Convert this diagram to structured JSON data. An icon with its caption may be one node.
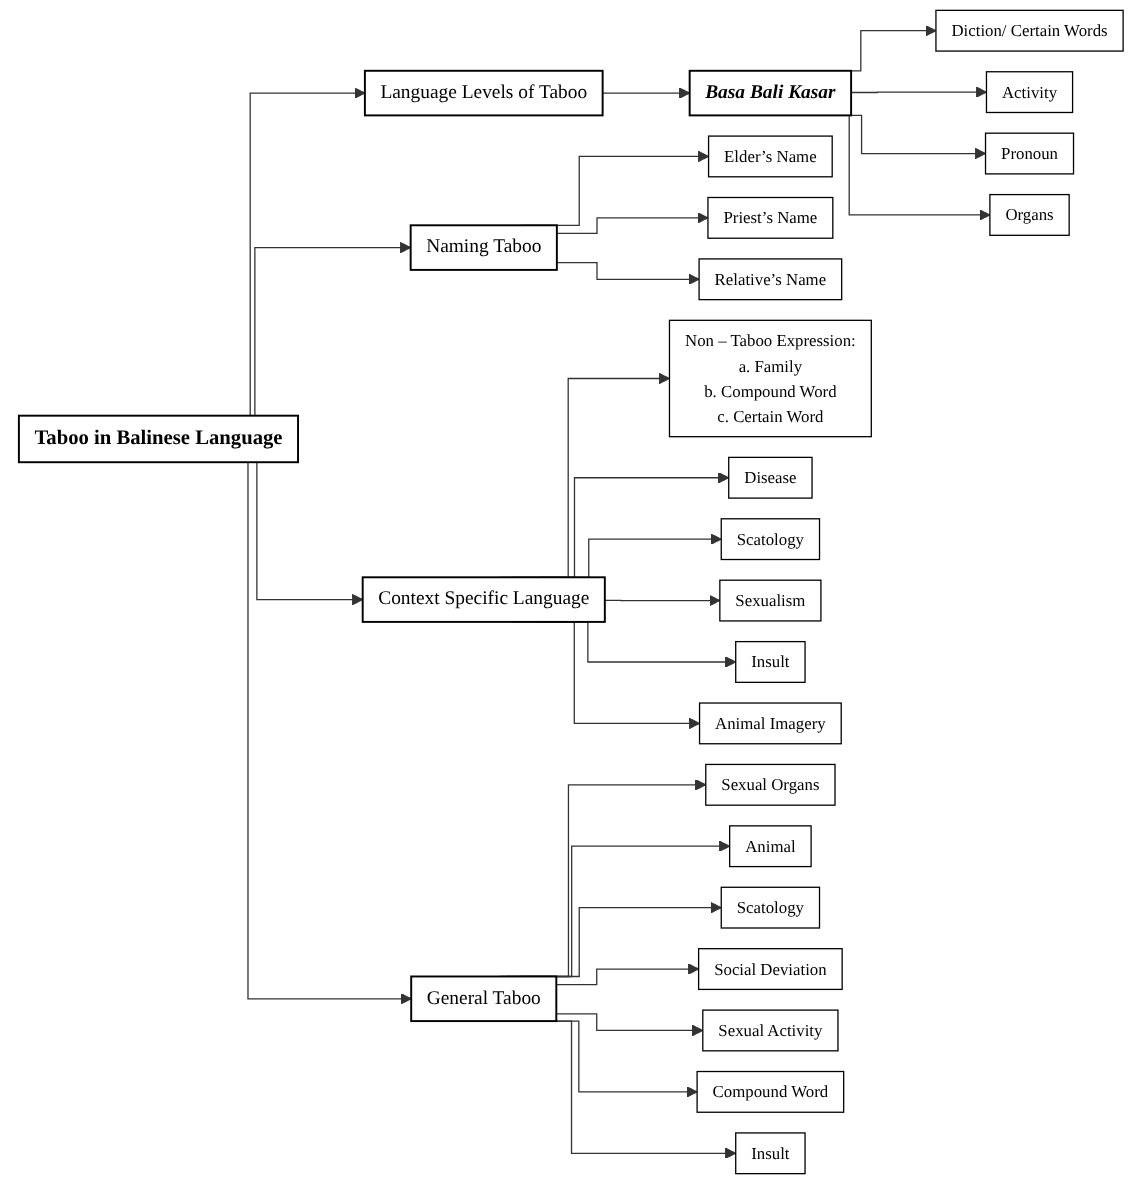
{
  "diagram": {
    "nodes": [
      {
        "text": [
          "Taboo in Balinese Language"
        ]
      },
      {
        "text": [
          "Language Levels of Taboo"
        ]
      },
      {
        "text": [
          "Naming Taboo"
        ]
      },
      {
        "text": [
          "Context Specific Language"
        ]
      },
      {
        "text": [
          "General Taboo"
        ]
      },
      {
        "text": [
          "Basa Bali Kasar"
        ]
      },
      {
        "text": [
          "Diction/ Certain Words"
        ]
      },
      {
        "text": [
          "Activity"
        ]
      },
      {
        "text": [
          "Pronoun"
        ]
      },
      {
        "text": [
          "Organs"
        ]
      },
      {
        "text": [
          "Elder’s Name"
        ]
      },
      {
        "text": [
          "Priest’s Name"
        ]
      },
      {
        "text": [
          "Relative’s Name"
        ]
      },
      {
        "text": [
          "Non – Taboo Expression:",
          "a. Family",
          "b. Compound Word",
          "c. Certain Word"
        ]
      },
      {
        "text": [
          "Disease"
        ]
      },
      {
        "text": [
          "Scatology"
        ]
      },
      {
        "text": [
          "Sexualism"
        ]
      },
      {
        "text": [
          "Insult"
        ]
      },
      {
        "text": [
          "Animal Imagery"
        ]
      },
      {
        "text": [
          "Sexual Organs"
        ]
      },
      {
        "text": [
          "Animal"
        ]
      },
      {
        "text": [
          "Scatology"
        ]
      },
      {
        "text": [
          "Social Deviation"
        ]
      },
      {
        "text": [
          "Sexual Activity"
        ]
      },
      {
        "text": [
          "Compound Word"
        ]
      },
      {
        "text": [
          "Insult"
        ]
      }
    ],
    "edges": [
      {
        "from": 0,
        "to": 1,
        "arrow": "to"
      },
      {
        "from": 0,
        "to": 2,
        "arrow": "to"
      },
      {
        "from": 0,
        "to": 3,
        "arrow": "to"
      },
      {
        "from": 0,
        "to": 4,
        "arrow": "to"
      },
      {
        "from": 1,
        "to": 5,
        "arrow": "to"
      },
      {
        "from": 5,
        "to": 6,
        "arrow": "to"
      },
      {
        "from": 5,
        "to": 7,
        "arrow": "to"
      },
      {
        "from": 5,
        "to": 8,
        "arrow": "to"
      },
      {
        "from": 5,
        "to": 9,
        "arrow": "to"
      },
      {
        "from": 2,
        "to": 10,
        "arrow": "to"
      },
      {
        "from": 2,
        "to": 11,
        "arrow": "to"
      },
      {
        "from": 2,
        "to": 12,
        "arrow": "to"
      },
      {
        "from": 3,
        "to": 13,
        "arrow": "to"
      },
      {
        "from": 3,
        "to": 14,
        "arrow": "to"
      },
      {
        "from": 3,
        "to": 15,
        "arrow": "to"
      },
      {
        "from": 3,
        "to": 16,
        "arrow": "to"
      },
      {
        "from": 3,
        "to": 17,
        "arrow": "to"
      },
      {
        "from": 3,
        "to": 18,
        "arrow": "to"
      },
      {
        "from": 4,
        "to": 19,
        "arrow": "to"
      },
      {
        "from": 4,
        "to": 20,
        "arrow": "to"
      },
      {
        "from": 4,
        "to": 21,
        "arrow": "to"
      },
      {
        "from": 4,
        "to": 22,
        "arrow": "to"
      },
      {
        "from": 4,
        "to": 23,
        "arrow": "to"
      },
      {
        "from": 4,
        "to": 24,
        "arrow": "to"
      },
      {
        "from": 4,
        "to": 25,
        "arrow": "to"
      }
    ]
  }
}
